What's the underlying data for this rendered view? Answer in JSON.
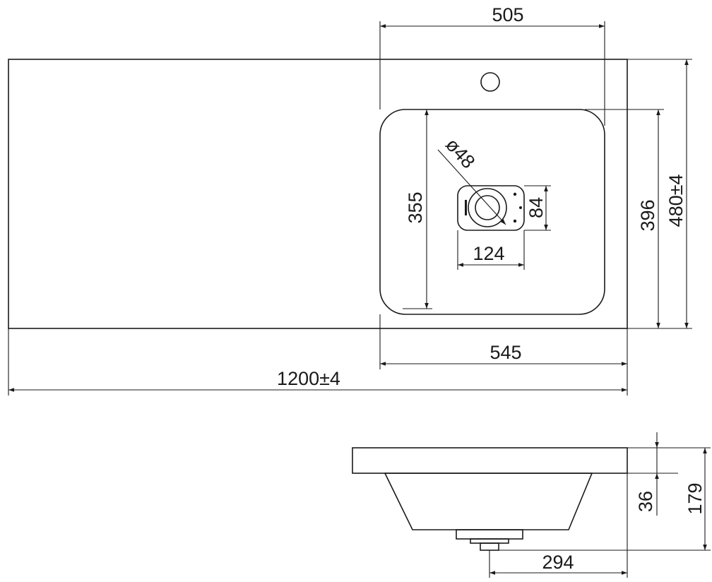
{
  "dimensions": {
    "bowl_width_inner": "505",
    "bowl_depth": "355",
    "drain_diameter": "ø48",
    "drain_plate_height": "84",
    "drain_plate_width": "124",
    "bowl_depth_outer": "396",
    "total_depth": "480±4",
    "bowl_width_outer": "545",
    "total_length": "1200±4",
    "slab_thickness": "36",
    "total_height": "179",
    "drain_offset": "294"
  }
}
